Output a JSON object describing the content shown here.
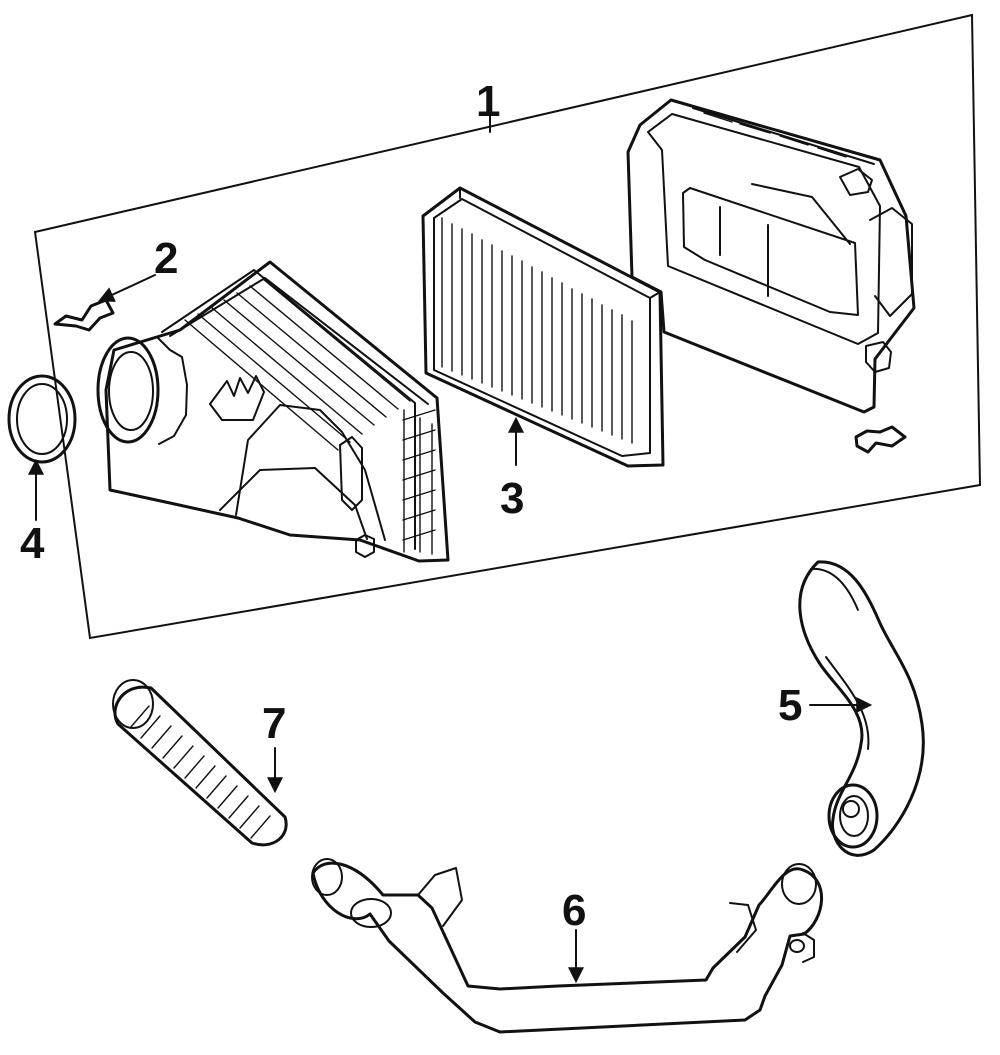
{
  "callouts": {
    "c1": "1",
    "c2": "2",
    "c3": "3",
    "c4": "4",
    "c5": "5",
    "c6": "6",
    "c7": "7"
  },
  "colors": {
    "ink": "#111111",
    "background": "#ffffff"
  }
}
